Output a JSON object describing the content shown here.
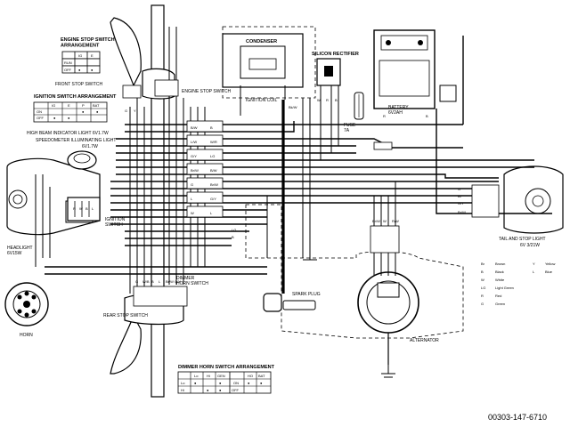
{
  "components": {
    "engine_stop_switch_arrangement": "ENGINE STOP SWITCH\nARRANGEMENT",
    "front_stop_switch": "FRONT STOP SWITCH",
    "engine_stop_switch": "ENGINE STOP SWITCH",
    "ignition_switch_arrangement": "IGNITION SWITCH ARRANGEMENT",
    "high_beam_indicator": "HIGH BEAM INDICATOR LIGHT 6V1.7W",
    "speedometer_light": "SPEEDOMETER ILLUMINATING LIGHT",
    "speedometer_light_rating": "6V1.7W",
    "condenser": "CONDENSER",
    "ignition_coil": "IGNITION COIL",
    "silicon_rectifier": "SILICON RECTIFIER",
    "fuse": "FUSE\n7A",
    "battery": "BATTERY\n6V2AH",
    "ignition_switch": "IGNITION\nSWITCH",
    "headlight": "HEADLIGHT\n6V15W",
    "horn": "HORN",
    "rear_stop_switch": "REAR STOP SWITCH",
    "dimmer_horn_switch": "DIMMER\nHORN SWITCH",
    "dimmer_horn_switch_arrangement": "DIMMER HORN SWITCH ARRANGEMENT",
    "spark_plug": "SPARK PLUG",
    "alternator": "ALTERNATOR",
    "tail_stop_light": "TAIL AND STOP LIGHT",
    "tail_stop_rating": "6V 3/21W"
  },
  "tables": {
    "engine_stop": {
      "headers": [
        "",
        "IG",
        "E"
      ],
      "rows": [
        [
          "RUN",
          "",
          ""
        ],
        [
          "OFF",
          "●",
          "●"
        ]
      ]
    },
    "ignition": {
      "headers": [
        "",
        "IG",
        "E",
        "P",
        "BAT"
      ],
      "rows": [
        [
          "ON",
          "",
          "",
          "●",
          "●"
        ],
        [
          "OFF",
          "●",
          "●",
          "",
          ""
        ]
      ]
    },
    "dimmer_horn": {
      "headers": [
        "",
        "Lo",
        "Hi",
        "GEN",
        "",
        "HO",
        "BAT"
      ],
      "rows": [
        [
          "Lo",
          "●",
          "",
          "●",
          "ON",
          "●",
          "●"
        ],
        [
          "Hi",
          "",
          "●",
          "●",
          "OFF",
          "",
          ""
        ]
      ]
    }
  },
  "color_legend": {
    "left": [
      {
        "code": "Br",
        "name": "Brown"
      },
      {
        "code": "B",
        "name": "Black"
      },
      {
        "code": "W",
        "name": "White"
      },
      {
        "code": "LG",
        "name": "Light Green"
      },
      {
        "code": "R",
        "name": "Red"
      },
      {
        "code": "G",
        "name": "Green"
      }
    ],
    "right": [
      {
        "code": "Y",
        "name": "Yellow"
      },
      {
        "code": "L",
        "name": "Blue"
      }
    ]
  },
  "wire_labels": {
    "harness": [
      "B/W",
      "L/W",
      "G/Y",
      "Br/W",
      "G",
      "L",
      "W",
      "B",
      "W/R",
      "LG",
      "B/W",
      "Br/W",
      "G/Y",
      "L",
      "LG",
      "B"
    ],
    "rectifier": [
      "W",
      "R",
      "B"
    ],
    "battery": [
      "R",
      "B"
    ],
    "ignition_switch": [
      "R",
      "W",
      "B",
      "L"
    ],
    "front_stop": [
      "G",
      "Y"
    ],
    "coil": [
      "Bk/W"
    ],
    "alternator": [
      "Br/W",
      "W",
      "R/W"
    ],
    "dimmer": [
      "G",
      "W/B",
      "B",
      "L",
      "Br/W",
      "G/Y"
    ],
    "tail": [
      "G",
      "Br",
      "G/Y",
      "Br/W"
    ]
  },
  "reference_number": "00303-147-6710"
}
